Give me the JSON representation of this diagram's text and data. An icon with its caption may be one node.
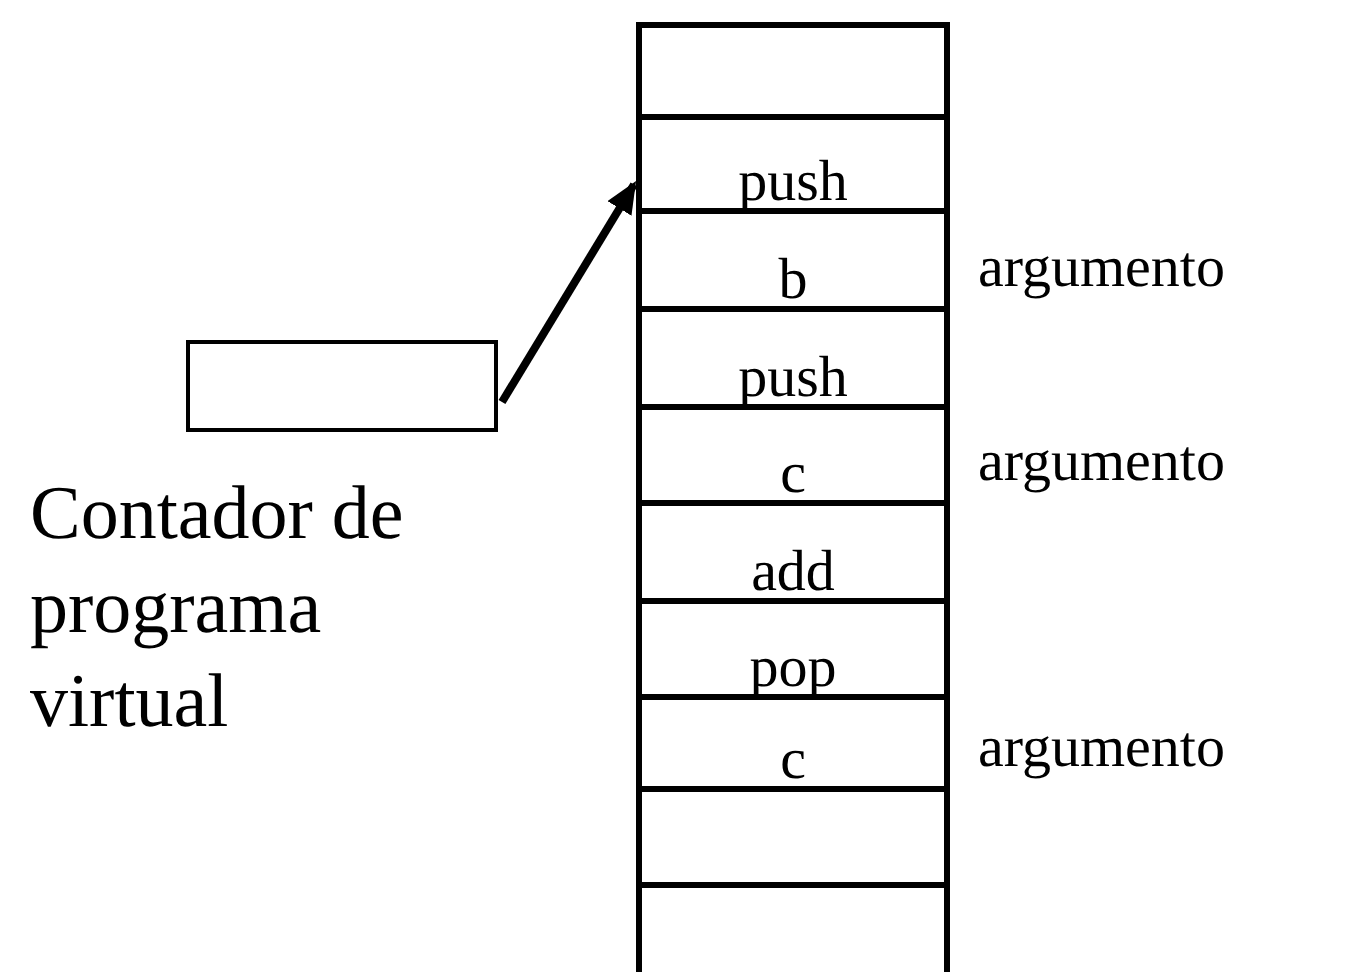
{
  "diagram": {
    "nodes": [
      {
        "text": [],
        "shape": "box"
      },
      {
        "text": [
          "push"
        ]
      },
      {
        "text": [
          "b"
        ],
        "beside": [
          "argumento"
        ]
      },
      {
        "text": [
          "push"
        ]
      },
      {
        "text": [
          "c"
        ],
        "beside": [
          "argumento"
        ]
      },
      {
        "text": [
          "add"
        ]
      },
      {
        "text": [
          "pop"
        ]
      },
      {
        "text": [
          "c"
        ],
        "beside": [
          "argumento"
        ]
      },
      {
        "text": [],
        "shape": "box"
      },
      {
        "text": [],
        "shape": "box"
      },
      {
        "text": [],
        "shape": "box",
        "beside": [
          "Contador de programa virtual"
        ]
      }
    ],
    "edges": [
      {
        "from": 10,
        "to": 1,
        "arrow": "to"
      }
    ]
  }
}
